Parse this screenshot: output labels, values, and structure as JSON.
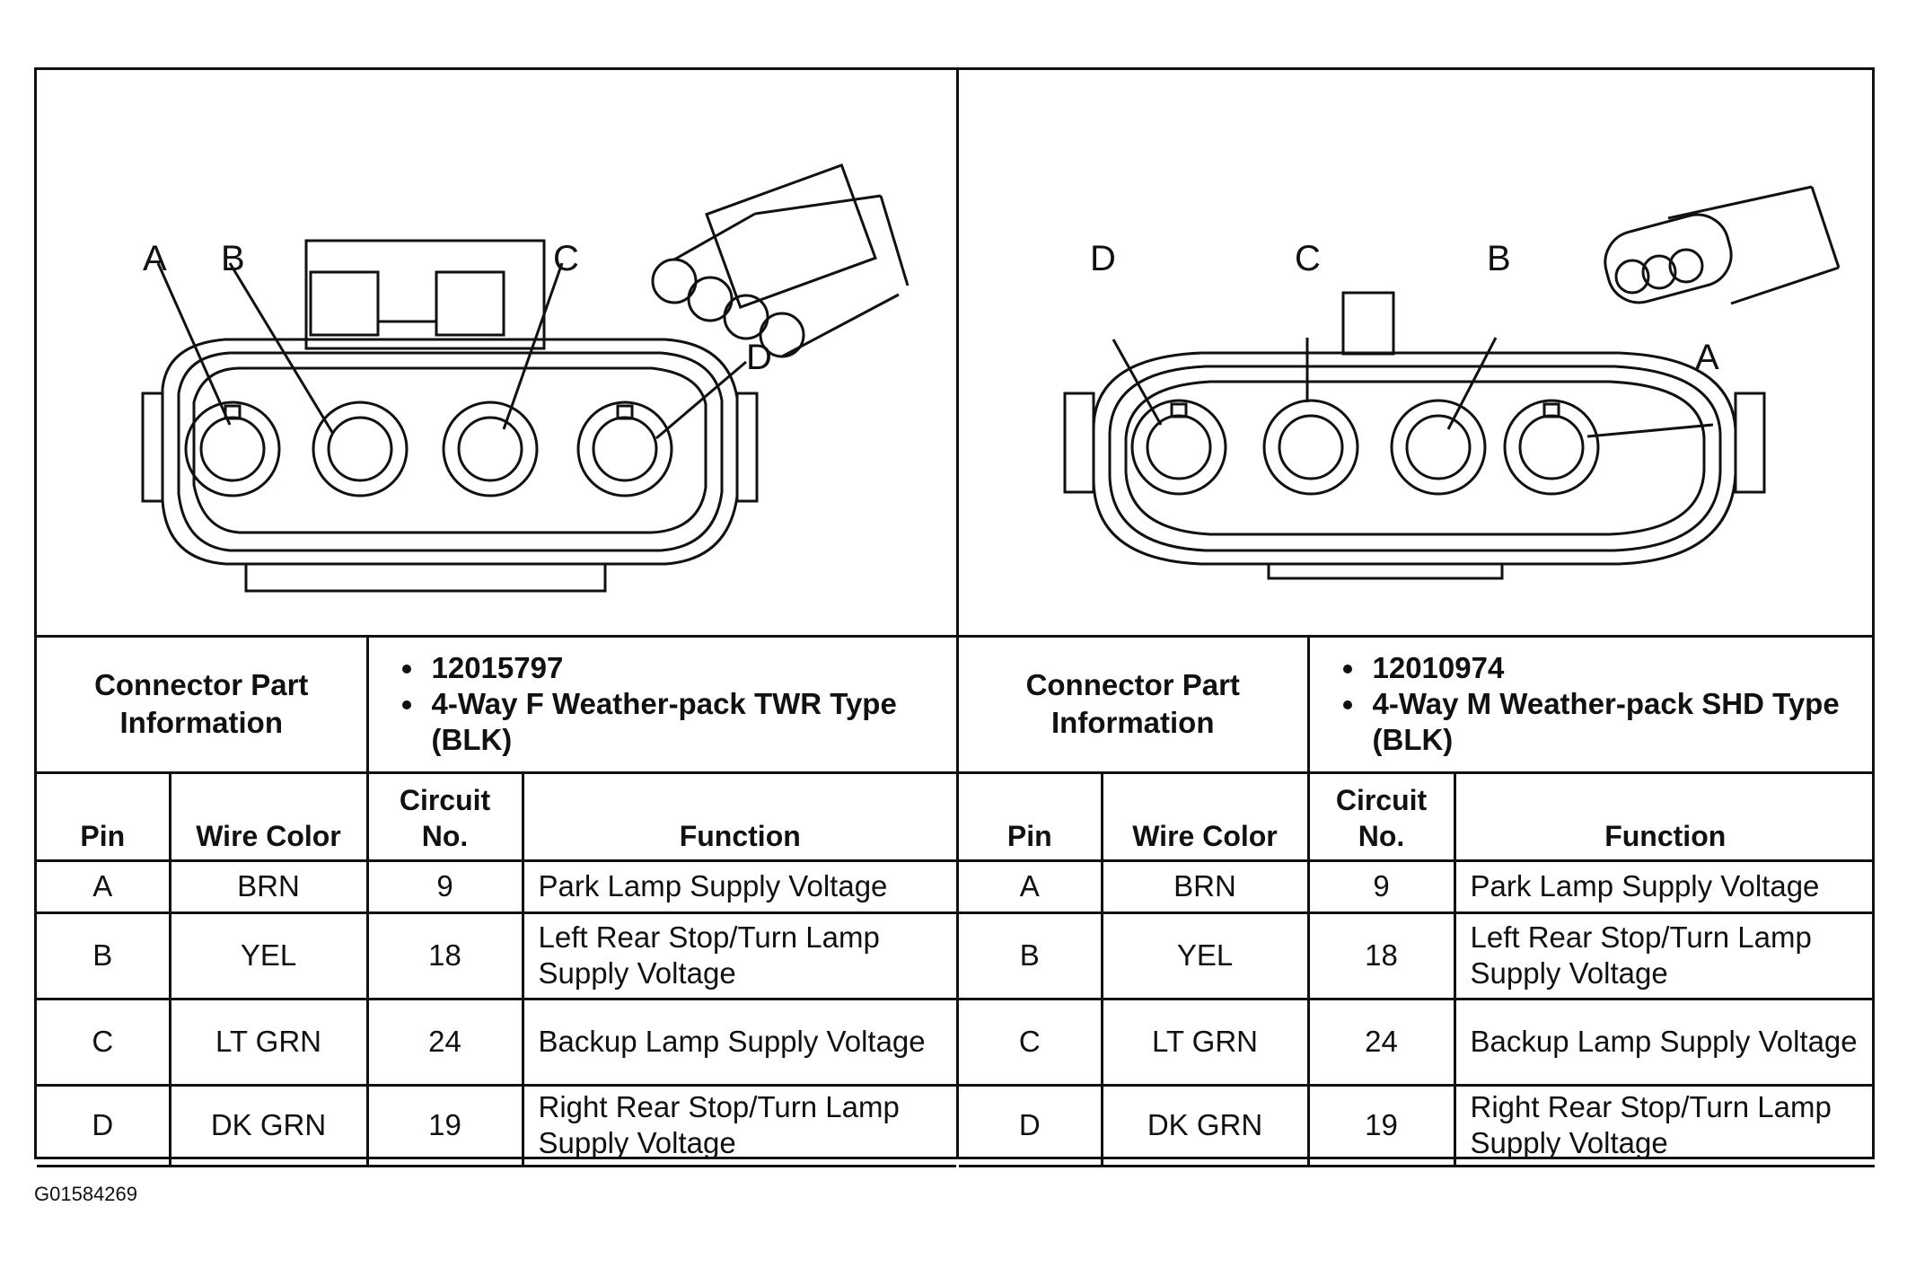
{
  "figure_id": "G01584269",
  "left": {
    "pin_labels": [
      "A",
      "B",
      "C",
      "D"
    ],
    "connector_info_label": "Connector Part Information",
    "part_info": [
      "12015797",
      "4-Way F Weather-pack TWR Type (BLK)"
    ],
    "headers": {
      "pin": "Pin",
      "wire_color": "Wire Color",
      "circuit": "Circuit No.",
      "function": "Function"
    },
    "rows": [
      {
        "pin": "A",
        "wire": "BRN",
        "circuit": "9",
        "function": "Park Lamp Supply Voltage"
      },
      {
        "pin": "B",
        "wire": "YEL",
        "circuit": "18",
        "function": "Left Rear Stop/Turn Lamp Supply Voltage"
      },
      {
        "pin": "C",
        "wire": "LT GRN",
        "circuit": "24",
        "function": "Backup Lamp Supply Voltage"
      },
      {
        "pin": "D",
        "wire": "DK GRN",
        "circuit": "19",
        "function": "Right Rear Stop/Turn Lamp Supply Voltage"
      }
    ]
  },
  "right": {
    "pin_labels": [
      "D",
      "C",
      "B",
      "A"
    ],
    "connector_info_label": "Connector Part Information",
    "part_info": [
      "12010974",
      "4-Way M Weather-pack SHD Type (BLK)"
    ],
    "headers": {
      "pin": "Pin",
      "wire_color": "Wire Color",
      "circuit": "Circuit No.",
      "function": "Function"
    },
    "rows": [
      {
        "pin": "A",
        "wire": "BRN",
        "circuit": "9",
        "function": "Park Lamp Supply Voltage"
      },
      {
        "pin": "B",
        "wire": "YEL",
        "circuit": "18",
        "function": "Left Rear Stop/Turn Lamp Supply Voltage"
      },
      {
        "pin": "C",
        "wire": "LT GRN",
        "circuit": "24",
        "function": "Backup Lamp Supply Voltage"
      },
      {
        "pin": "D",
        "wire": "DK GRN",
        "circuit": "19",
        "function": "Right Rear Stop/Turn Lamp Supply Voltage"
      }
    ]
  }
}
